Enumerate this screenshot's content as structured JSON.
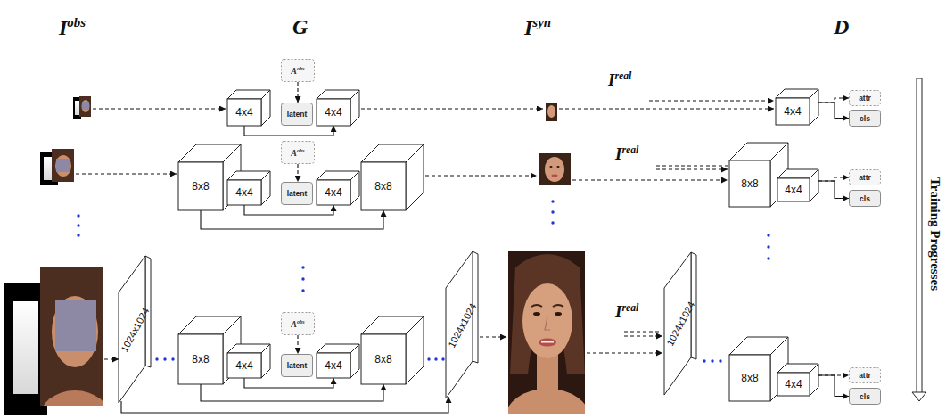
{
  "diagram": {
    "nodes": [
      {
        "text": [
          "A",
          "obs"
        ]
      },
      {
        "text": [
          "4x4"
        ]
      },
      {
        "text": [
          "latent"
        ]
      },
      {
        "text": [
          "4x4"
        ]
      },
      {
        "text": [
          "4x4"
        ]
      },
      {
        "text": [
          "attr"
        ]
      },
      {
        "text": [
          "cls"
        ]
      },
      {
        "text": [
          "A",
          "obs"
        ]
      },
      {
        "text": [
          "8x8"
        ]
      },
      {
        "text": [
          "4x4"
        ]
      },
      {
        "text": [
          "latent"
        ]
      },
      {
        "text": [
          "4x4"
        ]
      },
      {
        "text": [
          "8x8"
        ]
      },
      {
        "text": [
          "8x8"
        ]
      },
      {
        "text": [
          "4x4"
        ]
      },
      {
        "text": [
          "attr"
        ]
      },
      {
        "text": [
          "cls"
        ]
      },
      {
        "text": [
          "A",
          "obs"
        ]
      },
      {
        "text": [
          "1024x1024"
        ]
      },
      {
        "text": [
          "8x8"
        ]
      },
      {
        "text": [
          "4x4"
        ]
      },
      {
        "text": [
          "latent"
        ]
      },
      {
        "text": [
          "4x4"
        ]
      },
      {
        "text": [
          "8x8"
        ]
      },
      {
        "text": [
          "1024x1024"
        ]
      },
      {
        "text": [
          "1024x1024"
        ]
      },
      {
        "text": [
          "8x8"
        ]
      },
      {
        "text": [
          "4x4"
        ]
      },
      {
        "text": [
          "attr"
        ]
      },
      {
        "text": [
          "cls"
        ]
      }
    ],
    "edges": [
      {
        "from": 0,
        "to": 2,
        "arrow": "to"
      },
      {
        "from": 1,
        "to": 3,
        "arrow": "to"
      },
      {
        "from": 4,
        "to": 5,
        "arrow": "to"
      },
      {
        "from": 4,
        "to": 6,
        "arrow": "to"
      },
      {
        "from": 7,
        "to": 10,
        "arrow": "to"
      },
      {
        "from": 9,
        "to": 11,
        "arrow": "to"
      },
      {
        "from": 8,
        "to": 12,
        "arrow": "to"
      },
      {
        "from": 14,
        "to": 15,
        "arrow": "to"
      },
      {
        "from": 14,
        "to": 16,
        "arrow": "to"
      },
      {
        "from": 17,
        "to": 21,
        "arrow": "to"
      },
      {
        "from": 20,
        "to": 22,
        "arrow": "to"
      },
      {
        "from": 19,
        "to": 23,
        "arrow": "to"
      },
      {
        "from": 18,
        "to": 24,
        "arrow": "to"
      },
      {
        "from": 27,
        "to": 28,
        "arrow": "to"
      },
      {
        "from": 27,
        "to": 29,
        "arrow": "to"
      }
    ],
    "labels": [
      "I",
      "obs",
      "G",
      "I",
      "syn",
      "D",
      "I",
      "real",
      "I",
      "real",
      "I",
      "real",
      "Training Progresses"
    ]
  }
}
